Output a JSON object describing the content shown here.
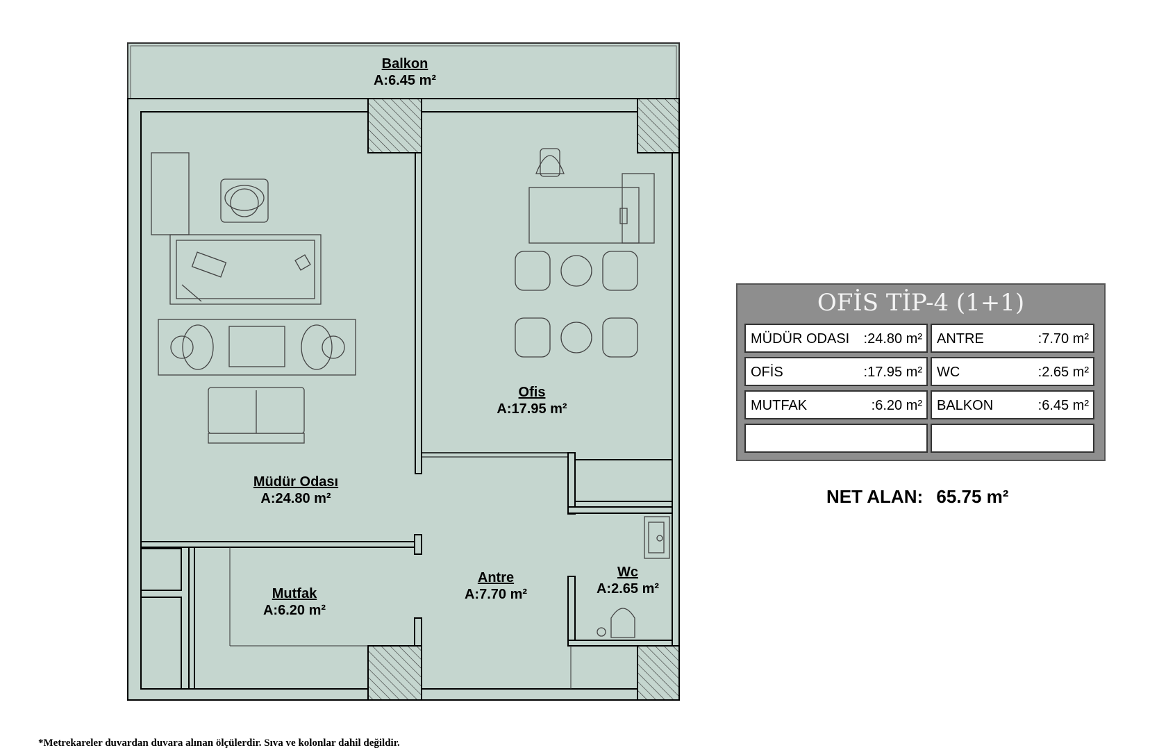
{
  "rooms": [
    {
      "id": "balkon",
      "name": "Balkon",
      "area": "A:6.45 m²"
    },
    {
      "id": "mudur",
      "name": "Müdür Odası",
      "area": "A:24.80 m²"
    },
    {
      "id": "ofis",
      "name": "Ofis",
      "area": "A:17.95 m²"
    },
    {
      "id": "antre",
      "name": "Antre",
      "area": "A:7.70 m²"
    },
    {
      "id": "wc",
      "name": "Wc",
      "area": "A:2.65 m²"
    },
    {
      "id": "mutfak",
      "name": "Mutfak",
      "area": "A:6.20 m²"
    }
  ],
  "legend": {
    "title": "OFİS TİP-4 (1+1)",
    "rows": [
      [
        {
          "key": "MÜDÜR ODASI",
          "value": ":24.80 m²"
        },
        {
          "key": "ANTRE",
          "value": ":7.70 m²"
        }
      ],
      [
        {
          "key": "OFİS",
          "value": ":17.95 m²"
        },
        {
          "key": "WC",
          "value": ":2.65 m²"
        }
      ],
      [
        {
          "key": "MUTFAK",
          "value": ":6.20 m²"
        },
        {
          "key": "BALKON",
          "value": ":6.45 m²"
        }
      ],
      [
        {
          "key": "",
          "value": ""
        },
        {
          "key": "",
          "value": ""
        }
      ]
    ]
  },
  "net_area": {
    "label": "NET ALAN:",
    "value": "65.75 m²"
  },
  "footnote": "*Metrekareler duvardan duvara alınan ölçülerdir. Sıva ve kolonlar dahil değildir.",
  "colors": {
    "floor": "#c5d6cf",
    "wall": "#000000",
    "legend_bg": "#8e8e8e"
  }
}
